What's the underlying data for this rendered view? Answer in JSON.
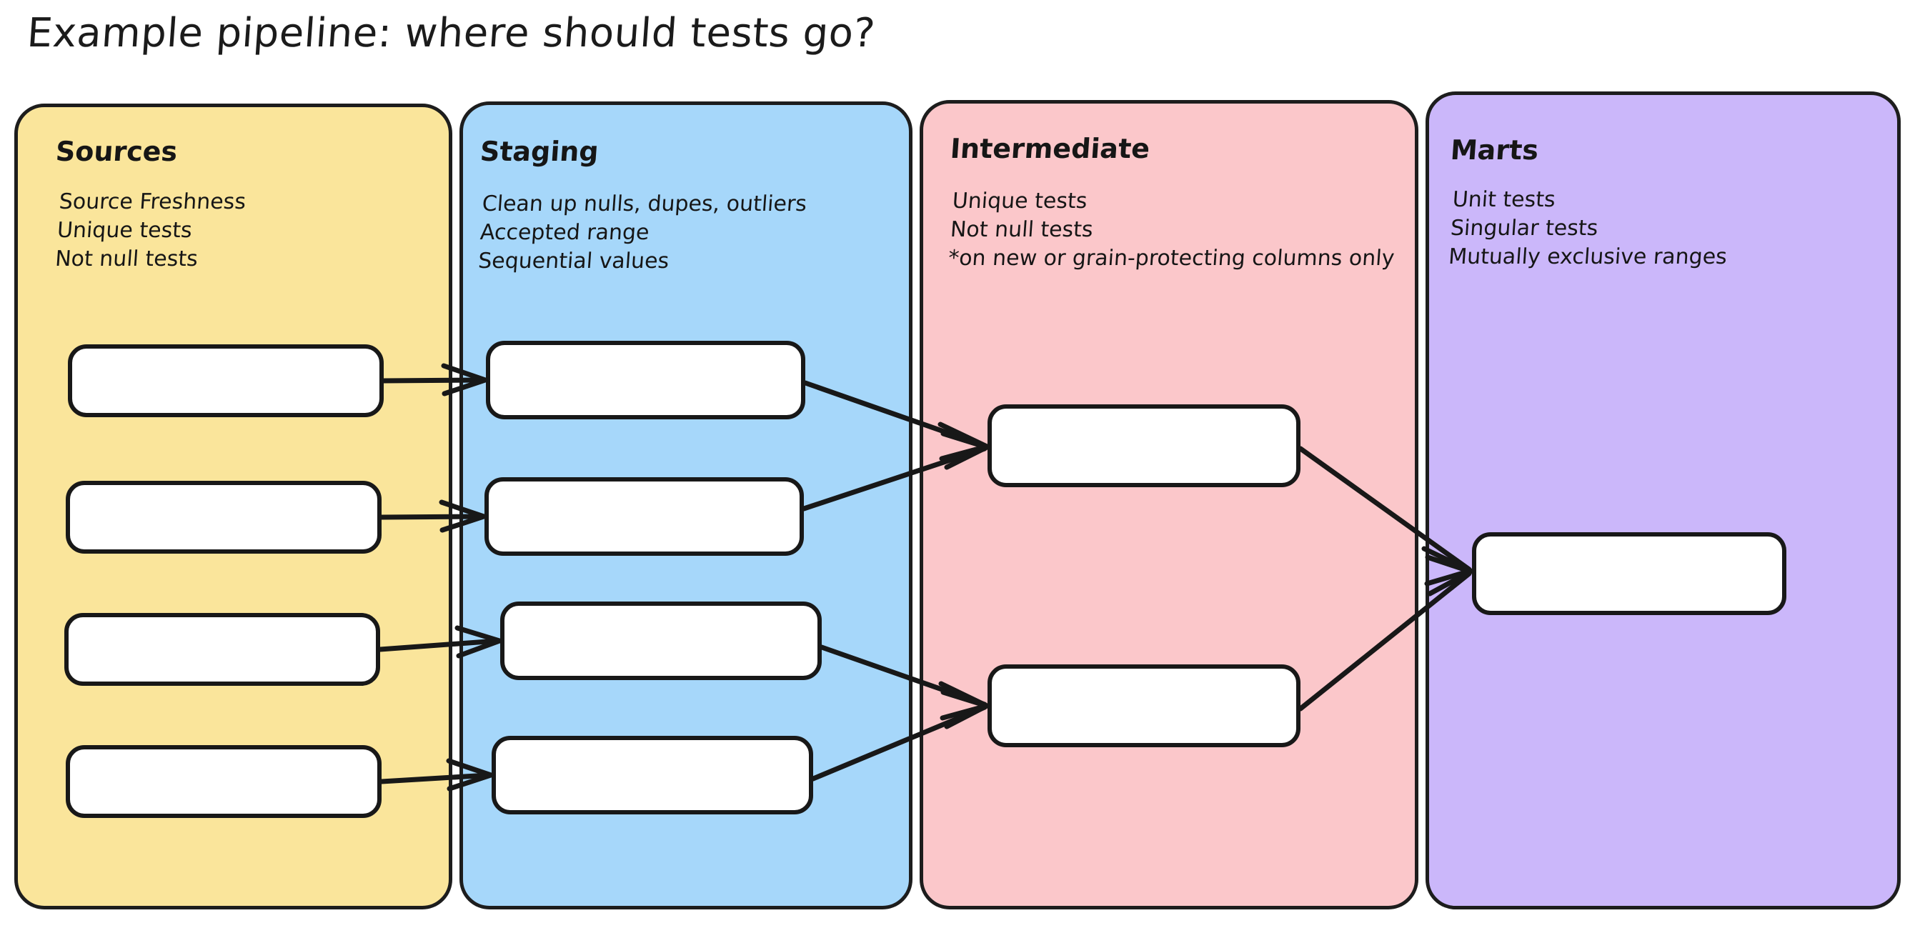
{
  "title": "Example pipeline: where should tests go?",
  "colors": {
    "sources_fill": "#FAE59B",
    "staging_fill": "#A6D7FA",
    "intermediate_fill": "#FBC7CA",
    "marts_fill": "#CBB7FA",
    "stroke": "#181818",
    "node_fill": "#FFFFFF",
    "background": "#FFFFFF"
  },
  "columns": [
    {
      "key": "sources",
      "heading": "Sources",
      "notes": "Source Freshness\nUnique tests\nNot null tests",
      "note_lines": [
        "Source Freshness",
        "Unique tests",
        "Not null tests"
      ],
      "nodes": [
        "",
        "",
        "",
        ""
      ]
    },
    {
      "key": "staging",
      "heading": "Staging",
      "notes": "Clean up nulls, dupes, outliers\nAccepted range\nSequential values",
      "note_lines": [
        "Clean up nulls, dupes, outliers",
        "Accepted range",
        "Sequential values"
      ],
      "nodes": [
        "",
        "",
        "",
        ""
      ]
    },
    {
      "key": "intermediate",
      "heading": "Intermediate",
      "notes": "Unique tests\nNot null tests\n*on new or grain-protecting columns only",
      "note_lines": [
        "Unique tests",
        "Not null tests",
        "*on new or grain-protecting columns only"
      ],
      "nodes": [
        "",
        ""
      ]
    },
    {
      "key": "marts",
      "heading": "Marts",
      "notes": "Unit tests\nSingular tests\nMutually exclusive ranges",
      "note_lines": [
        "Unit tests",
        "Singular tests",
        "Mutually exclusive ranges"
      ],
      "nodes": [
        ""
      ]
    }
  ],
  "edges": [
    {
      "from": "sources.0",
      "to": "staging.0"
    },
    {
      "from": "sources.1",
      "to": "staging.1"
    },
    {
      "from": "sources.2",
      "to": "staging.2"
    },
    {
      "from": "sources.3",
      "to": "staging.3"
    },
    {
      "from": "staging.0",
      "to": "intermediate.0"
    },
    {
      "from": "staging.1",
      "to": "intermediate.0"
    },
    {
      "from": "staging.2",
      "to": "intermediate.1"
    },
    {
      "from": "staging.3",
      "to": "intermediate.1"
    },
    {
      "from": "intermediate.0",
      "to": "marts.0"
    },
    {
      "from": "intermediate.1",
      "to": "marts.0"
    }
  ]
}
